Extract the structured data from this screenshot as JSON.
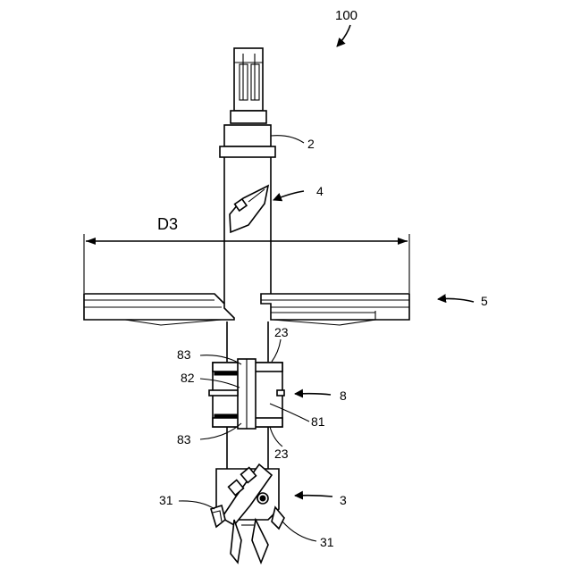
{
  "figure": {
    "figure_number": "100",
    "dimension_label": "D3",
    "labels": {
      "top_part": "2",
      "upper_cutter": "4",
      "reamer_blades": "5",
      "coupling": "8",
      "drill_bit": "3",
      "collar": "23",
      "collar_lower": "23",
      "ring_upper": "83",
      "ring_lower": "83",
      "pin": "82",
      "sleeve": "81",
      "cutter_left": "31",
      "cutter_right": "31"
    }
  }
}
